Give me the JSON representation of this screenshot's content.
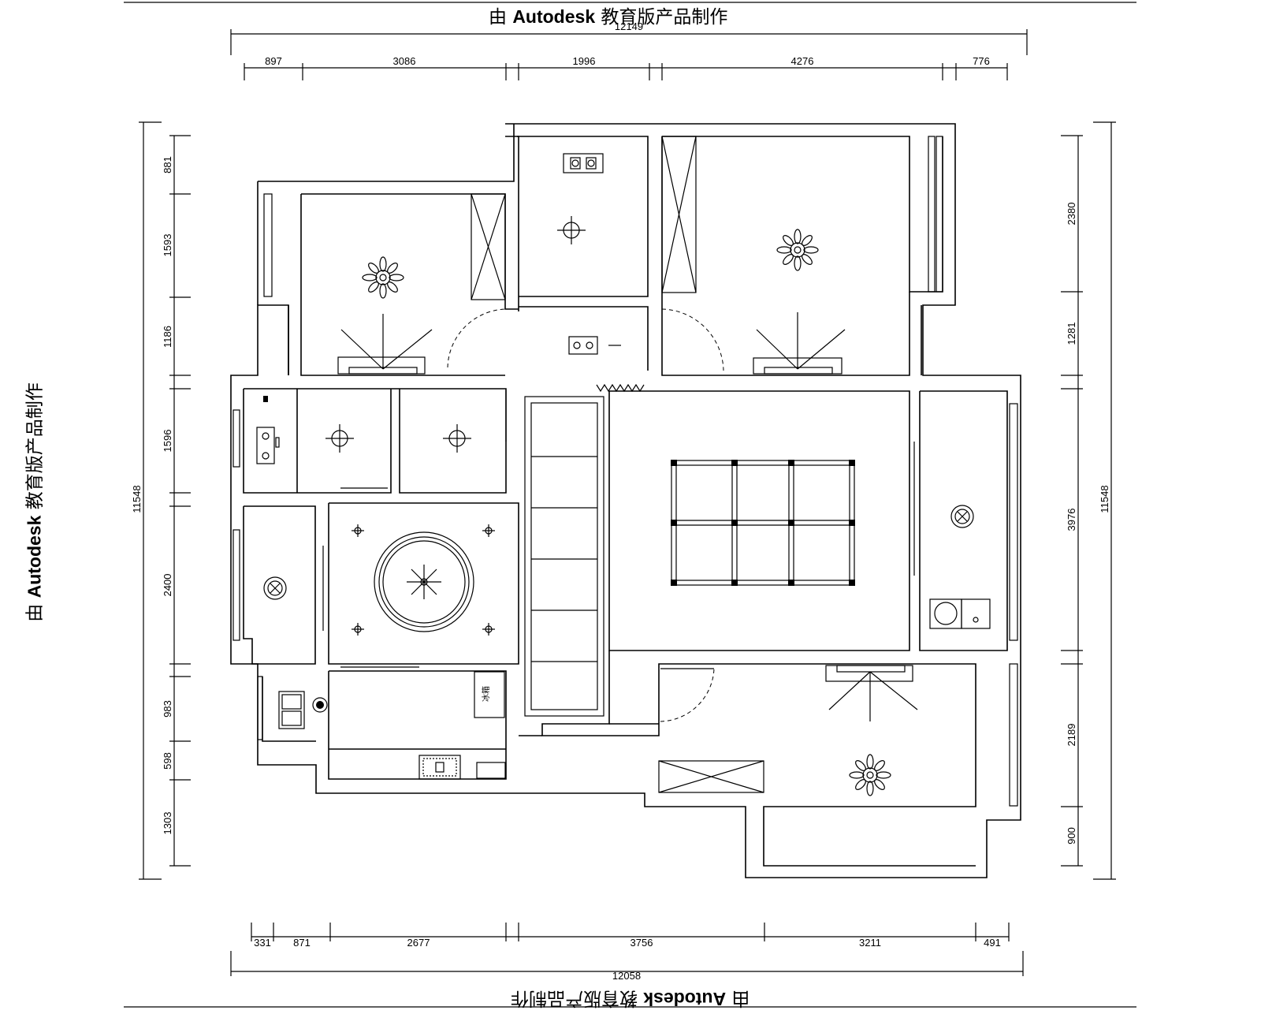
{
  "watermark": {
    "prefix": "由 ",
    "brand": "Autodesk",
    "suffix": " 教育版产品制作"
  },
  "dimensions": {
    "top_total": "12149",
    "top_segments": [
      "897",
      "3086",
      "1996",
      "4276",
      "776"
    ],
    "bottom_total": "12058",
    "bottom_segments": [
      "331",
      "871",
      "2677",
      "3756",
      "3211",
      "491"
    ],
    "left_total": "11548",
    "left_segments": [
      "881",
      "1593",
      "1186",
      "1596",
      "2400",
      "983",
      "598",
      "1303"
    ],
    "right_total": "11548",
    "right_segments": [
      "2380",
      "1281",
      "3976",
      "2189",
      "900"
    ]
  },
  "labels": {
    "fridge": "冰箱"
  }
}
